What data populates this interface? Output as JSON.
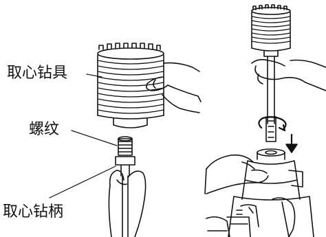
{
  "labels": {
    "core_bit": "取心钻具",
    "thread": "螺纹",
    "core_shank": "取心钻柄"
  },
  "colors": {
    "line": "#111111",
    "background": "#ffffff"
  }
}
